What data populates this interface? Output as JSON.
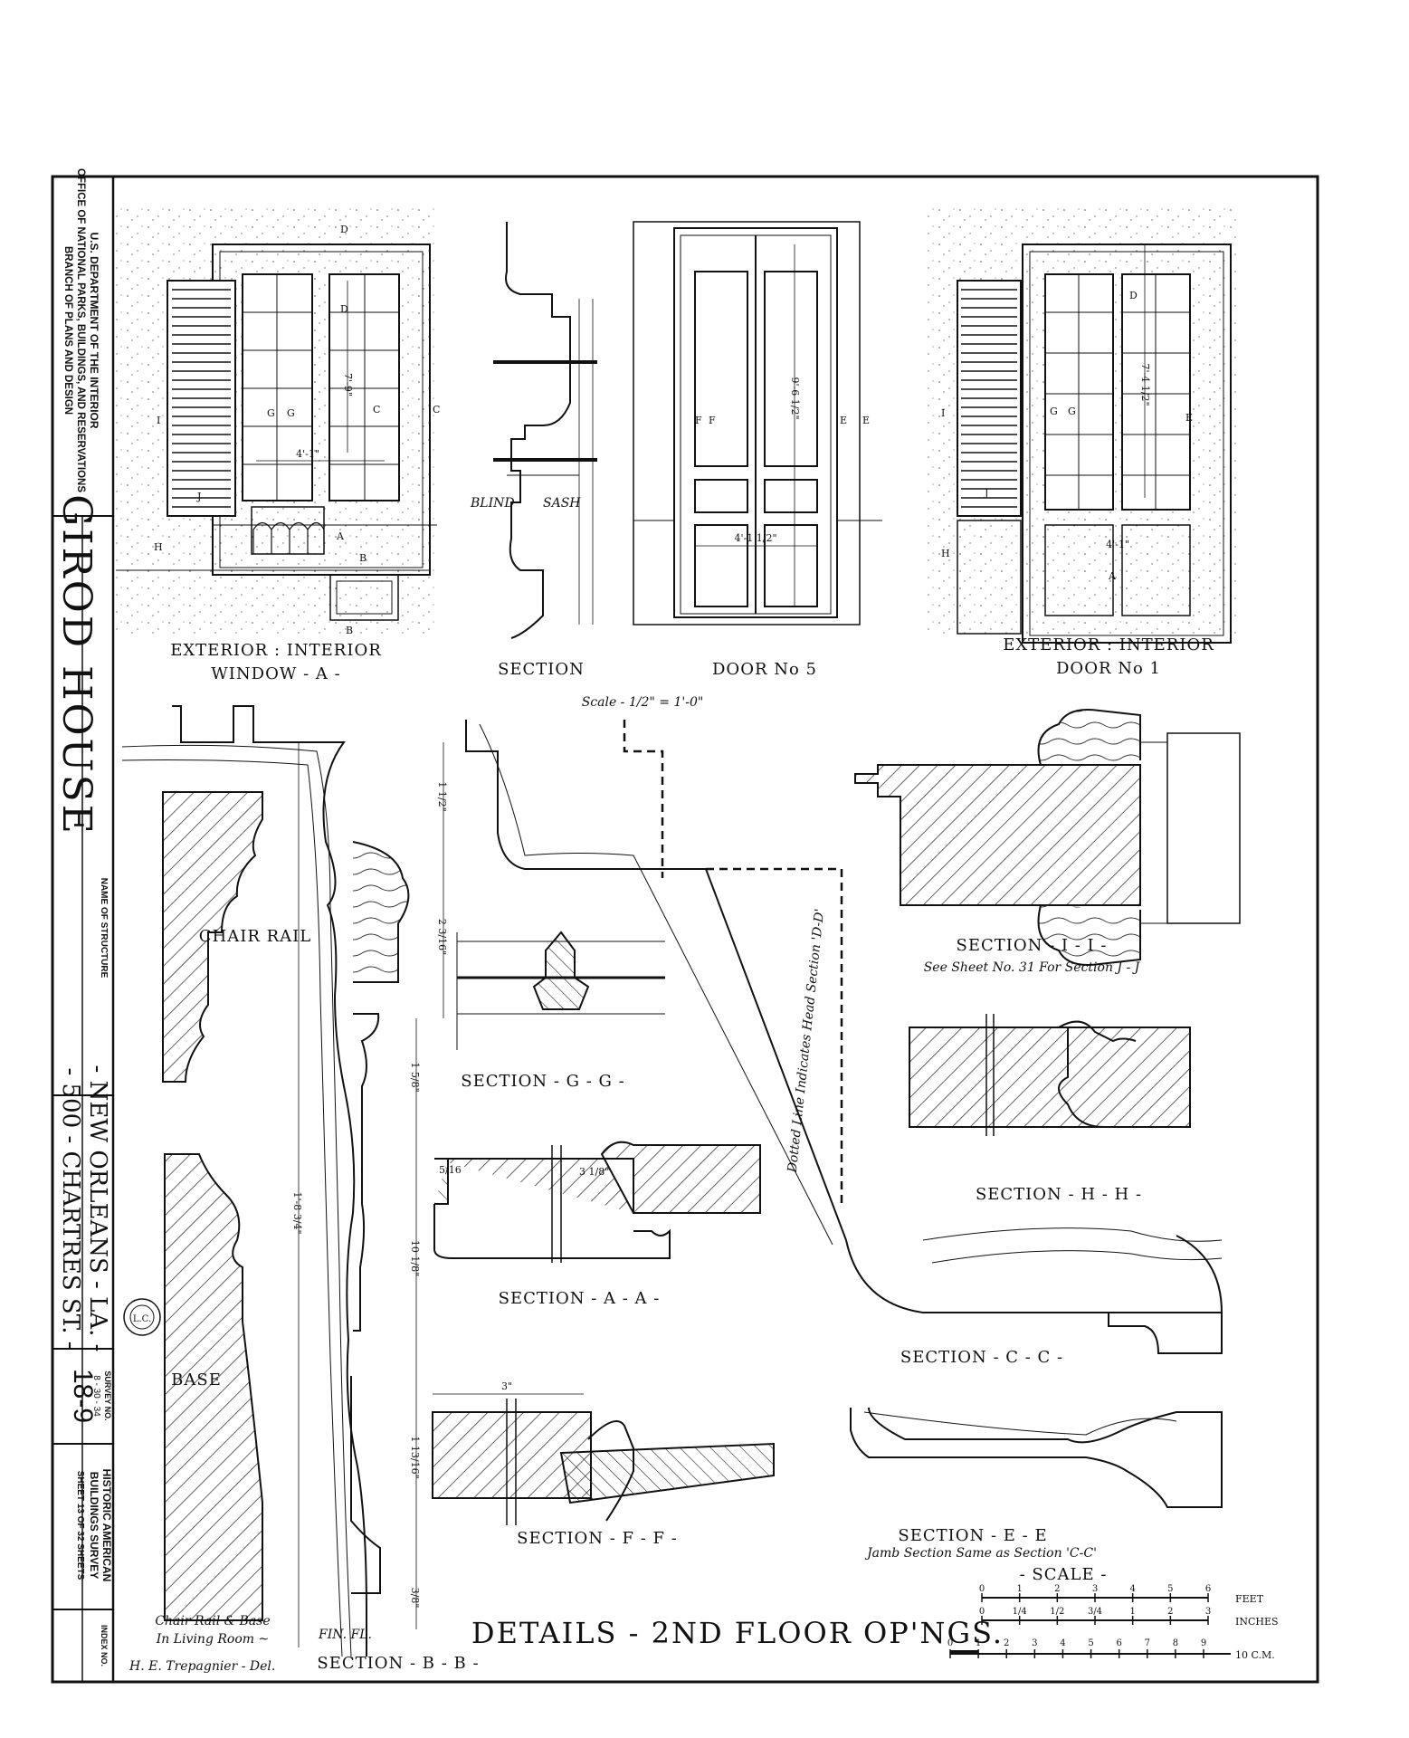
{
  "title_block": {
    "agency_line1": "U.S. DEPARTMENT OF THE INTERIOR",
    "agency_line2": "OFFICE OF NATIONAL PARKS, BUILDINGS, AND RESERVATIONS",
    "agency_line3": "BRANCH OF PLANS AND DESIGN",
    "structure_name": "GIROD HOUSE",
    "name_of_structure_label": "NAME OF STRUCTURE",
    "address_line1": "- 500 - CHARTRES ST. -",
    "address_line2": "- NEW ORLEANS - LA. -",
    "survey_no_label": "SURVEY NO.",
    "survey_no": "18-9",
    "survey_date": "8 - 30 - 34",
    "survey_name_line1": "HISTORIC AMERICAN",
    "survey_name_line2": "BUILDINGS SURVEY",
    "sheet_info": "SHEET 13 OF 32 SHEETS",
    "index_label": "INDEX NO."
  },
  "drawing": {
    "title": "DETAILS - 2ND FLOOR OP'NGS.",
    "delineator": "H. E. Trepagnier - Del.",
    "elevations": {
      "window_a_line1": "EXTERIOR : INTERIOR",
      "window_a_line2": "WINDOW - A -",
      "section": "SECTION",
      "door5": "DOOR No 5",
      "door1_line1": "EXTERIOR : INTERIOR",
      "door1_line2": "DOOR No 1",
      "scale": "Scale - 1/2\" = 1'-0\"",
      "blind_label": "BLIND",
      "sash_label": "SASH"
    },
    "sections": {
      "chair_rail": "CHAIR RAIL",
      "base": "BASE",
      "chair_rail_note_line1": "Chair Rail & Base",
      "chair_rail_note_line2": "In Living Room ~",
      "fin_fl": "FIN. FL.",
      "bb": "SECTION - B - B -",
      "gg": "SECTION - G - G -",
      "aa": "SECTION - A - A -",
      "ff": "SECTION - F - F -",
      "ii": "SECTION - I - I -",
      "ii_note": "See Sheet No. 31 For Section J - J",
      "hh": "SECTION - H - H -",
      "cc": "SECTION - C - C -",
      "ee": "SECTION - E - E",
      "ee_note": "Jamb Section Same as Section 'C-C'",
      "dotted_note": "Dotted Line Indicates Head Section 'D-D'"
    },
    "scale_bar": {
      "title": "- SCALE -",
      "feet_label": "FEET",
      "inches_label": "INCHES",
      "cm_label": "10 C.M.",
      "feet_ticks": [
        "0",
        "1",
        "2",
        "3",
        "4",
        "5",
        "6"
      ],
      "inch_ticks": [
        "0",
        "1/4",
        "1/2",
        "3/4",
        "1",
        "2",
        "3"
      ],
      "cm_ticks": [
        "0",
        "1",
        "2",
        "3",
        "4",
        "5",
        "6",
        "7",
        "8",
        "9"
      ]
    },
    "dimensions": {
      "win_height": "7'-9\"",
      "win_width": "4'-1\"",
      "door5_height": "9'-6 1/2\"",
      "door5_width": "4'-1 1/2\"",
      "door1_height": "7'-4 1/2\"",
      "door1_width": "4'-1\"",
      "bb_overall": "1'-8 3/4\"",
      "bb_d1": "1 1/2\"",
      "bb_d2": "2 3/16\"",
      "bb_d3": "1 5/8\"",
      "bb_d4": "10 1/8\"",
      "bb_d5": "1 13/16\"",
      "bb_d6": "3/8\"",
      "aa_d1": "5/16",
      "aa_d2": "3 1/8\"",
      "ff_d1": "3\""
    },
    "markers": {
      "d": "D",
      "c": "C",
      "g": "G",
      "i": "I",
      "j": "J",
      "h": "H",
      "a": "A",
      "b": "B",
      "e": "E",
      "f": "F"
    }
  }
}
